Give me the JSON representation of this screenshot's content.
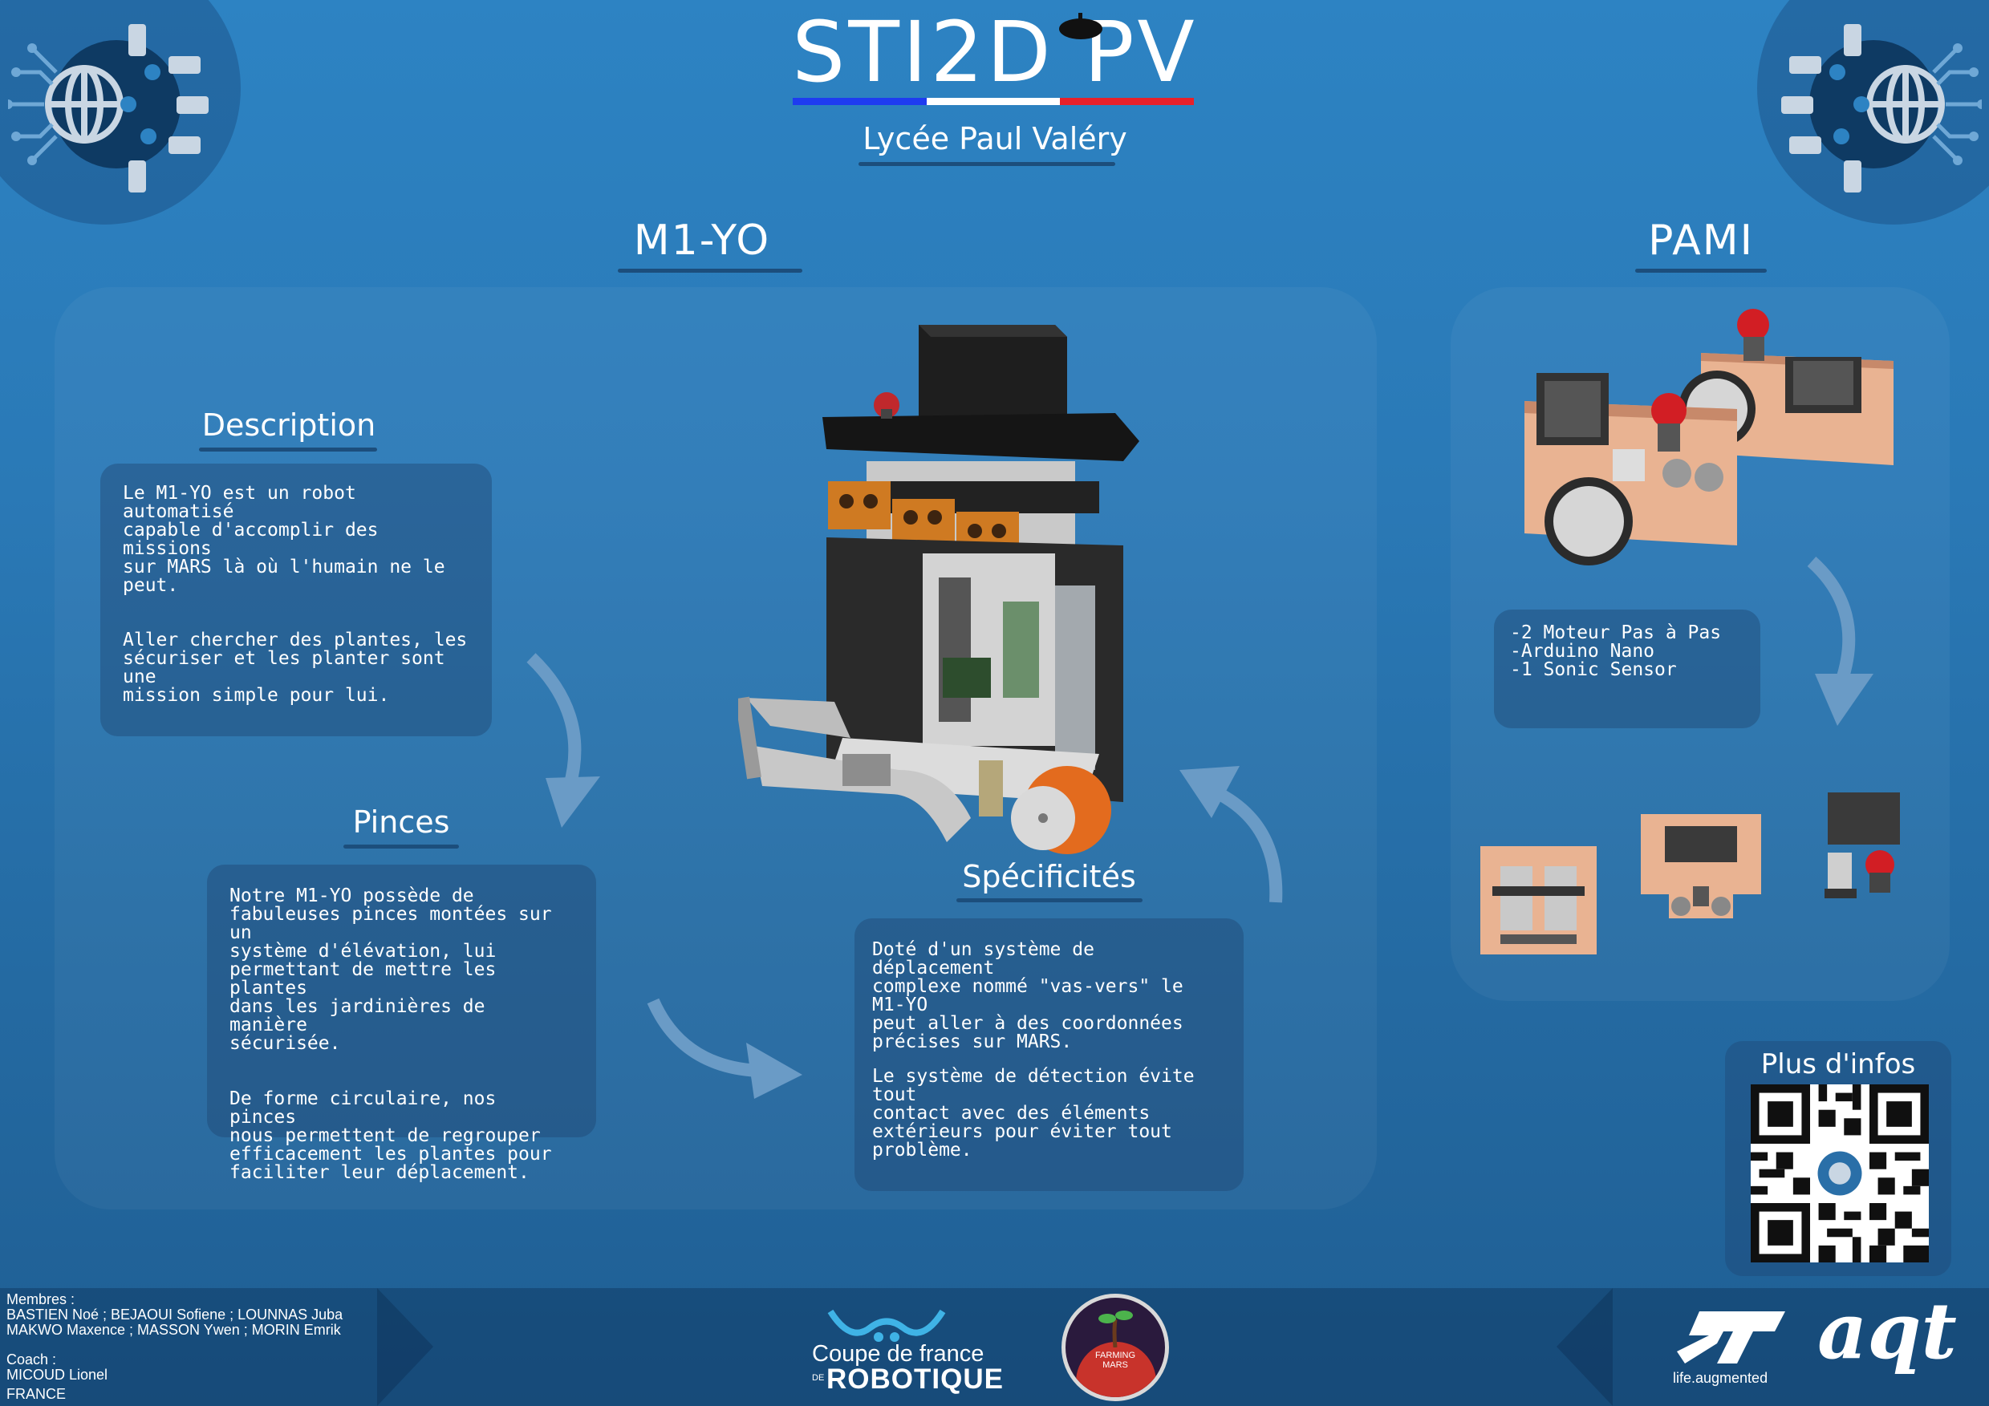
{
  "header": {
    "title": "STI2D PV",
    "subtitle": "Lycée Paul Valéry",
    "flag_colors": [
      "#1e3cf0",
      "#ffffff",
      "#e8202a"
    ]
  },
  "icons": {
    "corner_logo": "gear-globe-circuit-icon",
    "beret": "beret-icon",
    "arrows": "curved-arrow-icon",
    "qr": "qr-code-icon"
  },
  "m1yo": {
    "heading": "M1-YO",
    "description": {
      "heading": "Description",
      "text1": "Le M1-YO est un robot automatisé\ncapable d'accomplir des missions\nsur MARS là où l'humain ne le peut.",
      "text2": "Aller chercher des plantes, les\nsécuriser et les planter sont une\nmission simple pour lui."
    },
    "pinces": {
      "heading": "Pinces",
      "text1": "Notre M1-YO possède de\nfabuleuses pinces montées sur un\nsystème d'élévation, lui\npermettant de mettre les plantes\ndans les jardinières de manière\nsécurisée.",
      "text2": "De forme circulaire, nos pinces\nnous permettent de regrouper\nefficacement les plantes pour\nfaciliter leur déplacement."
    },
    "specificites": {
      "heading": "Spécificités",
      "text1": "Doté d'un système de déplacement\ncomplexe nommé \"vas-vers\" le M1-YO\npeut aller à des coordonnées\nprécises sur MARS.",
      "text2": "Le système de détection évite tout\ncontact avec des éléments\nextérieurs pour éviter tout\nproblème."
    }
  },
  "pami": {
    "heading": "PAMI",
    "specs": "-2 Moteur Pas à Pas\n-Arduino Nano\n-1 Sonic Sensor"
  },
  "plus_infos": {
    "heading": "Plus d'infos"
  },
  "footer": {
    "members_label": "Membres :",
    "members_line1": "BASTIEN Noé ; BEJAOUI  Sofiene ; LOUNNAS Juba",
    "members_line2": "MAKWO Maxence ; MASSON Ywen ; MORIN Emrik",
    "coach_label": "Coach :",
    "coach_name": "MICOUD Lionel",
    "country": "FRANCE",
    "cdf_line1": "Coupe de france",
    "cdf_de": "DE",
    "cdf_line2": "ROBOTIQUE",
    "farming_mars": "FARMING\nMARS",
    "st_tagline": "life.augmented",
    "aqt": "aqt"
  }
}
